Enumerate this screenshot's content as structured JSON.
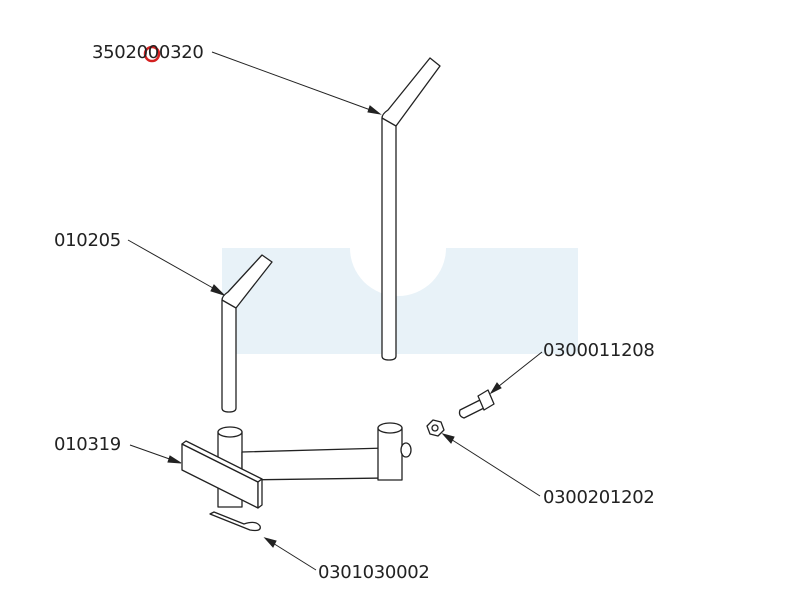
{
  "labels": {
    "top_bar": "3502000320",
    "short_bar": "010205",
    "bolt": "0300011208",
    "frame": "010319",
    "nut": "0300201202",
    "pin": "0301030002"
  },
  "colors": {
    "line": "#222222",
    "marker": "#d42020",
    "watermark": "#e8f2f8"
  }
}
